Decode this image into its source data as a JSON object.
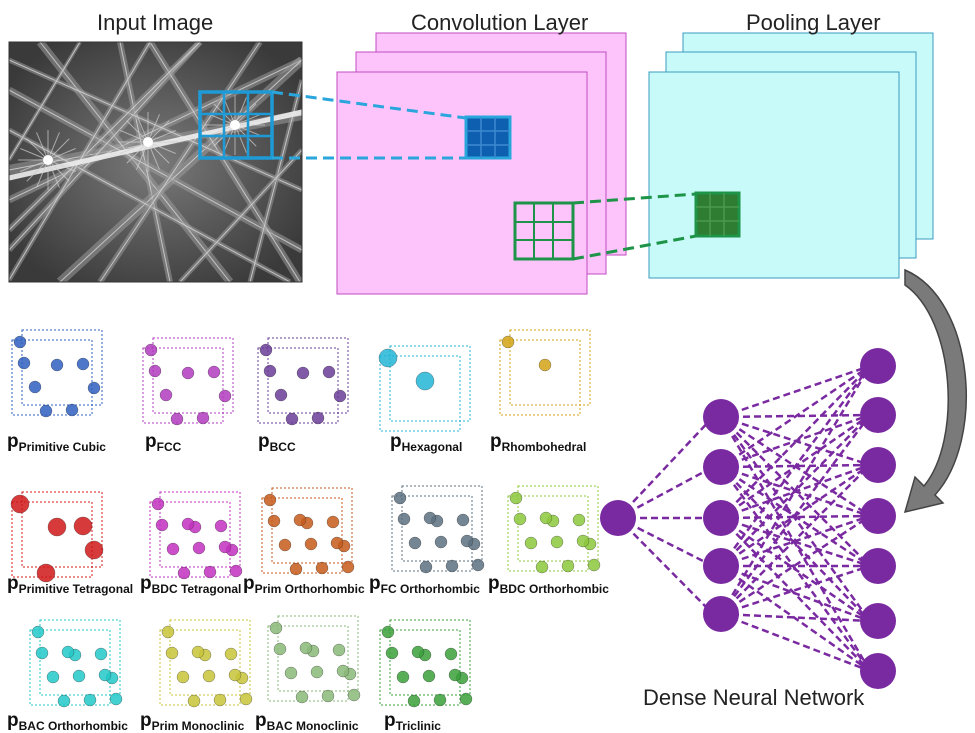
{
  "headers": {
    "input_image": "Input Image",
    "convolution_layer": "Convolution Layer",
    "pooling_layer": "Pooling Layer",
    "dense_network": "Dense Neural Network"
  },
  "colors": {
    "conv_fill": "#fdc4fb",
    "conv_border": "#c04bc0",
    "pool_fill": "#c8fafa",
    "pool_border": "#3a9cc0",
    "filter_blue": "#1e9bd7",
    "filter_green": "#1d9447",
    "neuron": "#7a2aa0",
    "arrow": "#777777"
  },
  "crystals": [
    {
      "p": "p",
      "sub": "Primitive Cubic",
      "icon": "cubic-lattice-icon",
      "color": "#2f5fc0"
    },
    {
      "p": "p",
      "sub": "FCC",
      "icon": "fcc-lattice-icon",
      "color": "#b03bbd"
    },
    {
      "p": "p",
      "sub": "BCC",
      "icon": "bcc-lattice-icon",
      "color": "#6a3c98"
    },
    {
      "p": "p",
      "sub": "Hexagonal",
      "icon": "hexagonal-lattice-icon",
      "color": "#22b5d6"
    },
    {
      "p": "p",
      "sub": "Rhombohedral",
      "icon": "rhombohedral-lattice-icon",
      "color": "#d4a315"
    },
    {
      "p": "p",
      "sub": "Primitive Tetragonal",
      "icon": "tetragonal-lattice-icon",
      "color": "#d01818"
    },
    {
      "p": "p",
      "sub": "BDC Tetragonal",
      "icon": "bdc-tetragonal-lattice-icon",
      "color": "#c230c0"
    },
    {
      "p": "p",
      "sub": "Prim Orthorhombic",
      "icon": "orthorhombic-lattice-icon",
      "color": "#c55a1a"
    },
    {
      "p": "p",
      "sub": "FC Orthorhombic",
      "icon": "fc-orthorhombic-lattice-icon",
      "color": "#5c7080"
    },
    {
      "p": "p",
      "sub": "BDC Orthorhombic",
      "icon": "bdc-orthorhombic-lattice-icon",
      "color": "#8cc83c"
    },
    {
      "p": "p",
      "sub": "BAC Orthorhombic",
      "icon": "bac-orthorhombic-lattice-icon",
      "color": "#22c8c8"
    },
    {
      "p": "p",
      "sub": "Prim Monoclinic",
      "icon": "monoclinic-lattice-icon",
      "color": "#c8c43a"
    },
    {
      "p": "p",
      "sub": "BAC Monoclinic",
      "icon": "bac-monoclinic-lattice-icon",
      "color": "#8ab878"
    },
    {
      "p": "p",
      "sub": "Triclinic",
      "icon": "triclinic-lattice-icon",
      "color": "#3aa03a"
    }
  ],
  "network": {
    "layers": [
      1,
      5,
      7
    ]
  }
}
